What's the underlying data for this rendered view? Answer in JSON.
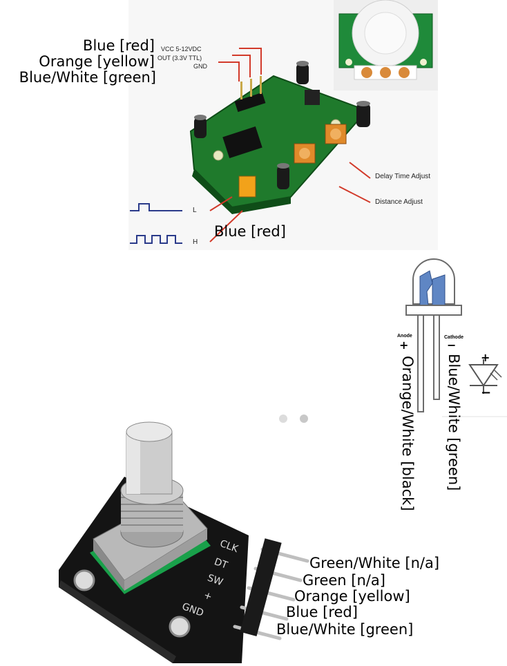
{
  "pir": {
    "pin_labels": [
      "VCC 5-12VDC",
      "OUT (3.3V TTL)",
      "GND"
    ],
    "delay_label": "Delay Time Adjust",
    "distance_label": "Distance Adjust",
    "jumper_l": "L",
    "jumper_h": "H",
    "wire_labels": [
      "Blue [red]",
      "Orange [yellow]",
      "Blue/White [green]"
    ],
    "jumper_wire_label": "Blue [red]"
  },
  "led": {
    "anode_label": "Anode",
    "cathode_label": "Cathode",
    "anode_sign": "+",
    "cathode_sign": "−",
    "symbol_plus": "+",
    "symbol_minus": "−",
    "anode_wire": "Orange/White [black]",
    "cathode_wire": "Blue/White [green]"
  },
  "encoder": {
    "pin_labels": [
      "CLK",
      "DT",
      "SW",
      "+",
      "GND"
    ],
    "wire_labels": [
      "Green/White [n/a]",
      "Green [n/a]",
      "Orange [yellow]",
      "Blue [red]",
      "Blue/White [green]"
    ]
  },
  "colors": {
    "pcb_green": "#1f7a2c",
    "pcb_black": "#141414",
    "wire_red": "#d23a2a",
    "led_blue": "#5f86c4",
    "signal_blue": "#2a3a8a"
  }
}
